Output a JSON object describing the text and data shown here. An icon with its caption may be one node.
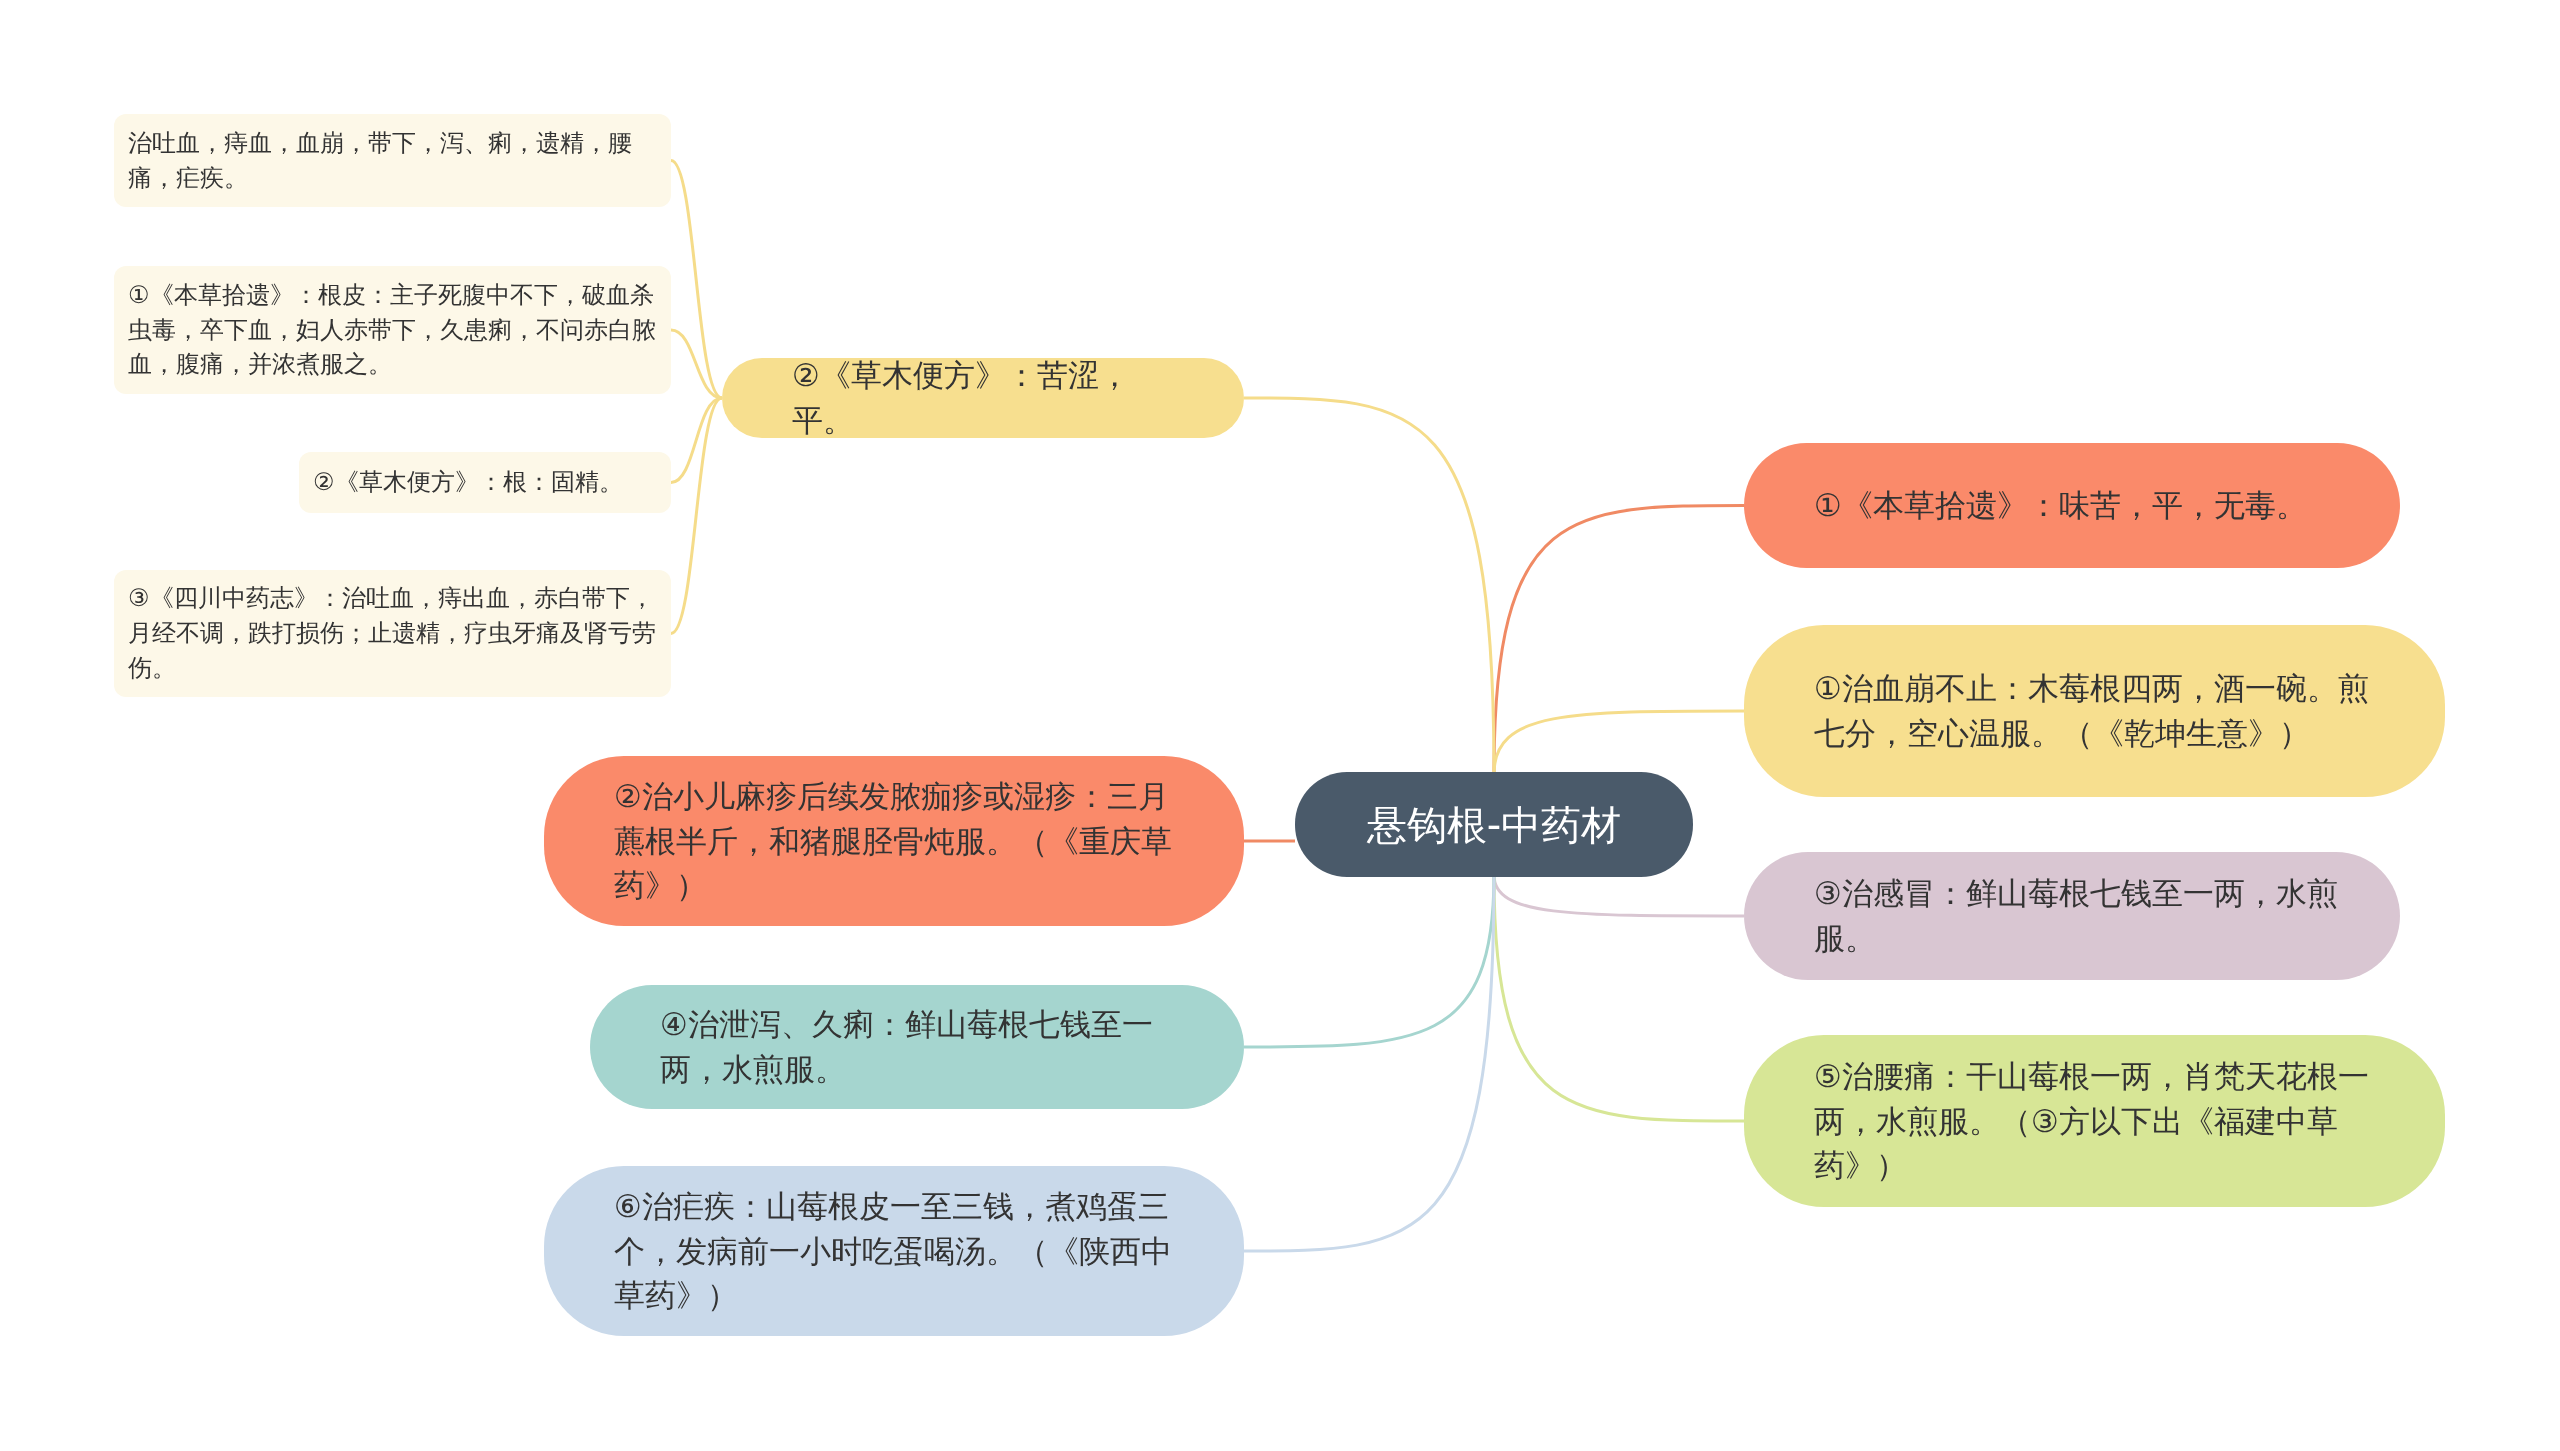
{
  "diagram": {
    "nodes": [
      {
        "text": [
          "悬钩根-中药材"
        ]
      },
      {
        "text": [
          "①《本草拾遗》：味苦，平，无毒。"
        ]
      },
      {
        "text": [
          "①治血崩不止：木莓根四两，酒一碗。煎七分，空心温服。（《乾坤生意》）"
        ]
      },
      {
        "text": [
          "③治感冒：鲜山莓根七钱至一两，水煎服。"
        ]
      },
      {
        "text": [
          "⑤治腰痛：干山莓根一两，肖梵天花根一两，水煎服。（③方以下出《福建中草药》）"
        ]
      },
      {
        "text": [
          "②《草木便方》：苦涩，平。"
        ]
      },
      {
        "text": [
          "治吐血，痔血，血崩，带下，泻、痢，遗精，腰痛，疟疾。"
        ]
      },
      {
        "text": [
          "①《本草拾遗》：根皮：主子死腹中不下，破血杀虫毒，卒下血，妇人赤带下，久患痢，不问赤白脓血，腹痛，并浓煮服之。"
        ]
      },
      {
        "text": [
          "②《草木便方》：根：固精。"
        ]
      },
      {
        "text": [
          "③《四川中药志》：治吐血，痔出血，赤白带下，月经不调，跌打损伤；止遗精，疗虫牙痛及肾亏劳伤。"
        ]
      },
      {
        "text": [
          "②治小儿麻疹后续发脓痂疹或湿疹：三月藨根半斤，和猪腿胫骨炖服。（《重庆草药》）"
        ]
      },
      {
        "text": [
          "④治泄泻、久痢：鲜山莓根七钱至一两，水煎服。"
        ]
      },
      {
        "text": [
          "⑥治疟疾：山莓根皮一至三钱，煮鸡蛋三个，发病前一小时吃蛋喝汤。（《陕西中草药》）"
        ]
      }
    ],
    "edges": [
      {
        "from": 0,
        "to": 1,
        "arrow": "none",
        "color": "#f08a64"
      },
      {
        "from": 0,
        "to": 2,
        "arrow": "none",
        "color": "#f5dc8a"
      },
      {
        "from": 0,
        "to": 3,
        "arrow": "none",
        "color": "#d9c6d2"
      },
      {
        "from": 0,
        "to": 4,
        "arrow": "none",
        "color": "#d7e696"
      },
      {
        "from": 0,
        "to": 5,
        "arrow": "none",
        "color": "#f5dc8a"
      },
      {
        "from": 5,
        "to": 6,
        "arrow": "none",
        "color": "#f5dc8a"
      },
      {
        "from": 5,
        "to": 7,
        "arrow": "none",
        "color": "#f5dc8a"
      },
      {
        "from": 5,
        "to": 8,
        "arrow": "none",
        "color": "#f5dc8a"
      },
      {
        "from": 5,
        "to": 9,
        "arrow": "none",
        "color": "#f5dc8a"
      },
      {
        "from": 0,
        "to": 10,
        "arrow": "none",
        "color": "#f08a64"
      },
      {
        "from": 0,
        "to": 11,
        "arrow": "none",
        "color": "#a5d5cf"
      },
      {
        "from": 0,
        "to": 12,
        "arrow": "none",
        "color": "#c9d9ea"
      }
    ]
  }
}
